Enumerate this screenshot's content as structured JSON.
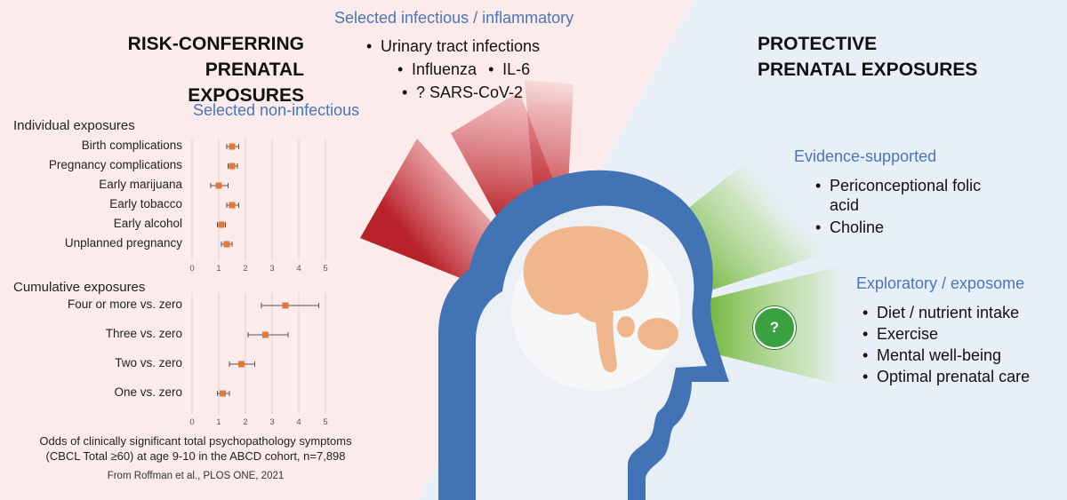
{
  "colors": {
    "bg_risk": "#fbeceb",
    "bg_protect": "#e9eff8",
    "head_outline": "#4273b5",
    "brain": "#f0b78c",
    "risk_ray": "#b8232b",
    "protect_ray": "#7cc143",
    "marker": "#e07a3a",
    "accent_text": "#4a75b8"
  },
  "left_heading": [
    "RISK-CONFERRING",
    "PRENATAL EXPOSURES"
  ],
  "right_heading": [
    "PROTECTIVE",
    "PRENATAL EXPOSURES"
  ],
  "infectious": {
    "title": "Selected infectious / inflammatory",
    "items": [
      "Urinary tract infections",
      "Influenza",
      "IL-6",
      "? SARS-CoV-2"
    ]
  },
  "noninfectious": {
    "title": "Selected non-infectious"
  },
  "evidence": {
    "title": "Evidence-supported",
    "items": [
      "Periconceptional folic acid",
      "Choline"
    ]
  },
  "exploratory": {
    "title": "Exploratory / exposome",
    "items": [
      "Diet / nutrient intake",
      "Exercise",
      "Mental well-being",
      "Optimal prenatal care"
    ],
    "badge": "?"
  },
  "chart_data": [
    {
      "type": "scatter",
      "title": "Individual exposures",
      "categories": [
        "Birth complications",
        "Pregnancy complications",
        "Early marijuana",
        "Early tobacco",
        "Early alcohol",
        "Unplanned pregnancy"
      ],
      "values": [
        1.5,
        1.5,
        1.0,
        1.5,
        1.1,
        1.3
      ],
      "ci_low": [
        1.3,
        1.35,
        0.7,
        1.3,
        0.95,
        1.1
      ],
      "ci_high": [
        1.75,
        1.7,
        1.35,
        1.75,
        1.25,
        1.5
      ],
      "xlim": [
        0,
        5
      ],
      "xticks": [
        "0",
        "1",
        "2",
        "3",
        "4",
        "5"
      ],
      "grid": true
    },
    {
      "type": "scatter",
      "title": "Cumulative exposures",
      "categories": [
        "Four or more vs. zero",
        "Three vs. zero",
        "Two vs. zero",
        "One vs. zero"
      ],
      "values": [
        3.5,
        2.75,
        1.85,
        1.15
      ],
      "ci_low": [
        2.6,
        2.1,
        1.4,
        0.95
      ],
      "ci_high": [
        4.75,
        3.6,
        2.35,
        1.4
      ],
      "xlim": [
        0,
        5
      ],
      "xticks": [
        "0",
        "1",
        "2",
        "3",
        "4",
        "5"
      ],
      "grid": true
    }
  ],
  "caption": [
    "Odds of clinically significant total psychopathology symptoms",
    "(CBCL Total ≥60) at age 9-10 in the ABCD cohort, n=7,898"
  ],
  "source": "From Roffman et al., PLOS ONE, 2021"
}
